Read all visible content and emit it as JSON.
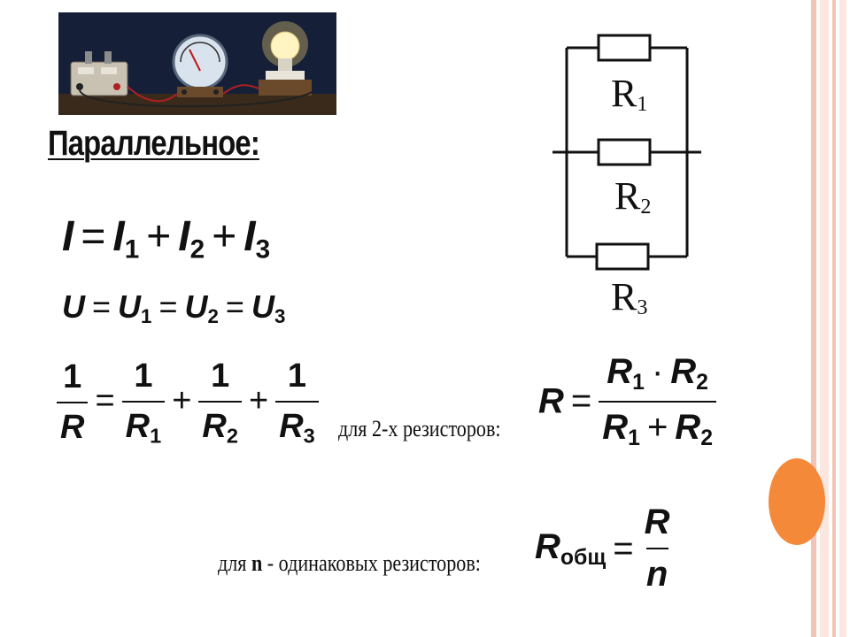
{
  "heading": "Параллельное:",
  "formulas": {
    "current": {
      "lhs": "I",
      "rhs": [
        [
          "I",
          "1"
        ],
        [
          "I",
          "2"
        ],
        [
          "I",
          "3"
        ]
      ],
      "op": "+"
    },
    "voltage": {
      "lhs": "U",
      "rhs": [
        [
          "U",
          "1"
        ],
        [
          "U",
          "2"
        ],
        [
          "U",
          "3"
        ]
      ],
      "op": "="
    },
    "resistance": {
      "one": "1",
      "lhs": "R",
      "terms": [
        [
          "R",
          "1"
        ],
        [
          "R",
          "2"
        ],
        [
          "R",
          "3"
        ]
      ],
      "op": "+"
    }
  },
  "two_resistors": {
    "note": "для 2-х резисторов:",
    "lhs": "R",
    "num_a": "R",
    "num_a_sub": "1",
    "dot": "·",
    "num_b": "R",
    "num_b_sub": "2",
    "den_a": "R",
    "den_a_sub": "1",
    "plus": "+",
    "den_b": "R",
    "den_b_sub": "2"
  },
  "n_resistors": {
    "note_prefix": "для ",
    "note_n": "n",
    "note_suffix": " -  одинаковых резисторов:",
    "lhs": "R",
    "lhs_sub": "общ",
    "num": "R",
    "den": "n"
  },
  "circuit": {
    "labels": [
      {
        "main": "R",
        "sub": "1"
      },
      {
        "main": "R",
        "sub": "2"
      },
      {
        "main": "R",
        "sub": "3"
      }
    ]
  },
  "colors": {
    "accent_orange": "#f5893a",
    "stripe_pink": "#f3c4b6",
    "stripe_light": "#fbe7df"
  }
}
